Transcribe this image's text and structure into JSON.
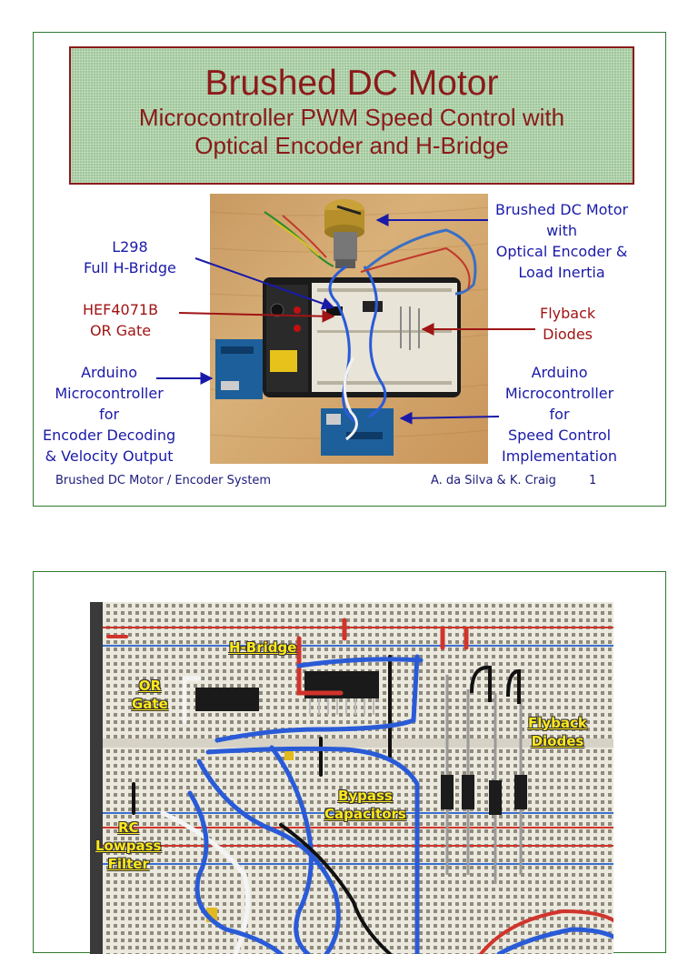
{
  "slide1": {
    "title": "Brushed DC Motor",
    "subtitle_line1": "Microcontroller PWM Speed Control with",
    "subtitle_line2": "Optical Encoder and H-Bridge",
    "labels": {
      "l298": [
        "L298",
        "Full H-Bridge"
      ],
      "or_gate": [
        "HEF4071B",
        "OR Gate"
      ],
      "arduino_left": [
        "Arduino",
        "Microcontroller",
        "for",
        "Encoder Decoding",
        "& Velocity Output"
      ],
      "motor": [
        "Brushed DC Motor",
        "with",
        "Optical Encoder &",
        "Load Inertia"
      ],
      "flyback": [
        "Flyback",
        "Diodes"
      ],
      "arduino_right": [
        "Arduino",
        "Microcontroller",
        "for",
        "Speed Control",
        "Implementation"
      ]
    },
    "footer_left": "Brushed DC Motor / Encoder System",
    "footer_right": "A. da Silva & K. Craig",
    "page_number": "1"
  },
  "slide2": {
    "labels": {
      "h_bridge": "H-Bridge",
      "or_gate": [
        "OR",
        "Gate"
      ],
      "flyback": [
        "Flyback",
        "Diodes"
      ],
      "bypass": [
        "Bypass",
        "Capacitors"
      ],
      "rc_filter": [
        "RC",
        "Lowpass",
        "Filter"
      ]
    }
  },
  "colors": {
    "title_text": "#8b1a1a",
    "title_bg": "#9fc79a",
    "label_blue": "#1a1aa8",
    "label_red": "#a01414",
    "slide_border": "#2f7a2f",
    "annotation_yellow": "#ffe81a"
  }
}
